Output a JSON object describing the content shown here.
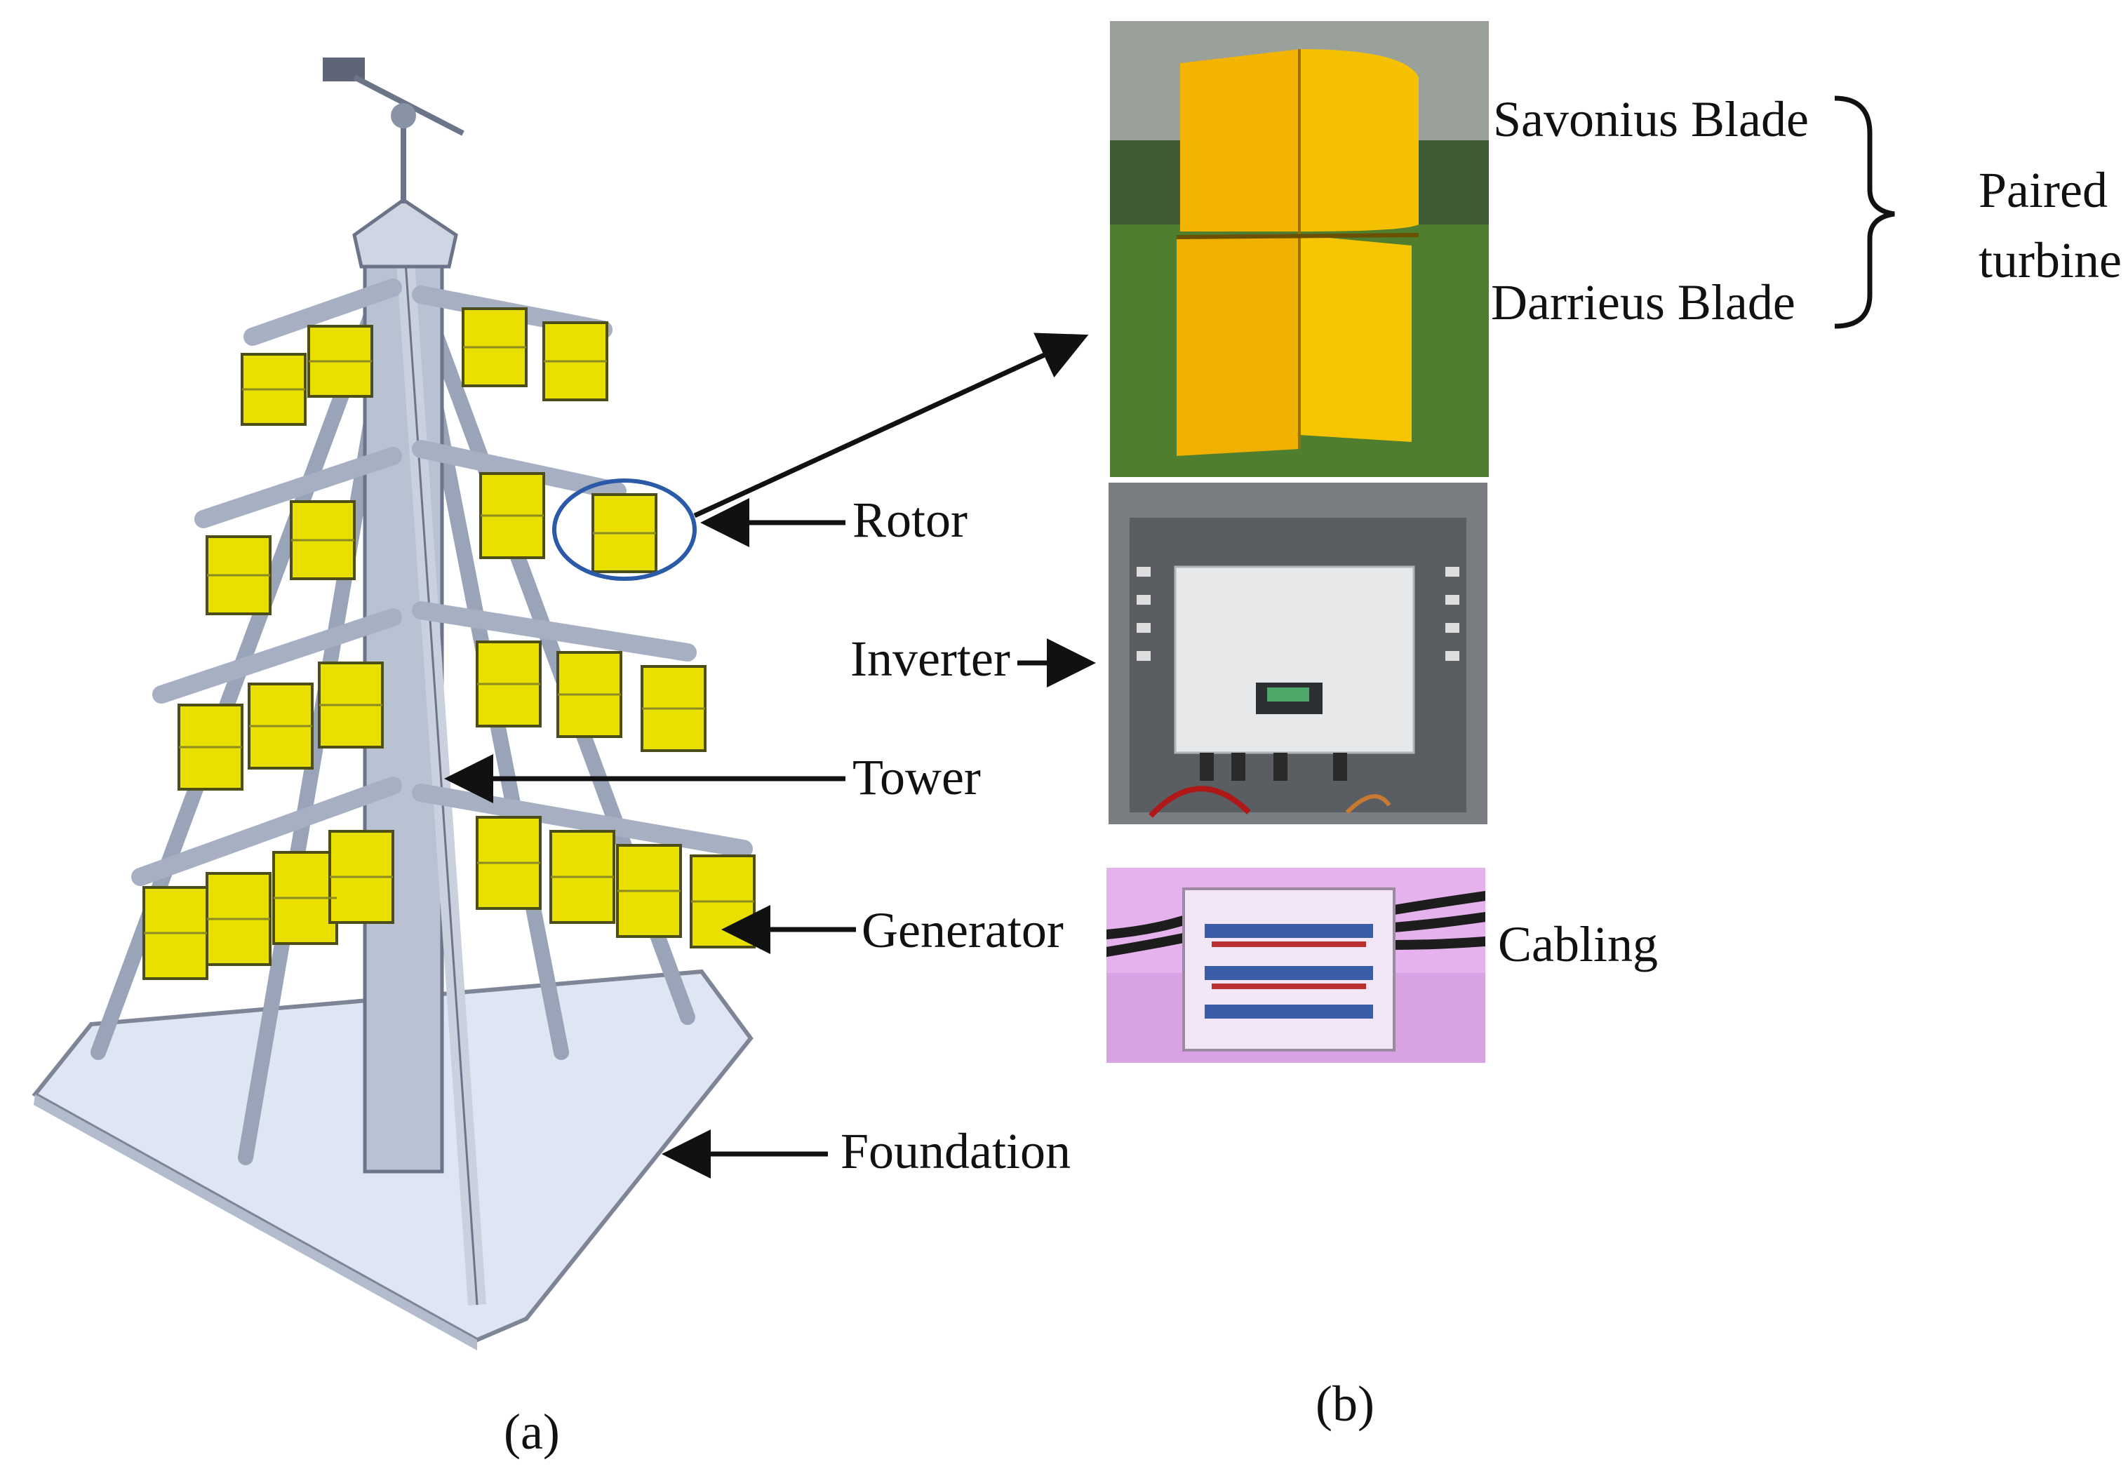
{
  "panel_a": {
    "caption": "(a)",
    "labels": {
      "rotor": "Rotor",
      "tower": "Tower",
      "generator": "Generator",
      "foundation": "Foundation"
    }
  },
  "panel_b": {
    "caption": "(b)",
    "labels": {
      "savonius": "Savonius Blade",
      "darrieus": "Darrieus Blade",
      "paired_line1": "Paired",
      "paired_line2": "turbine",
      "inverter": "Inverter",
      "cabling": "Cabling"
    }
  },
  "colors": {
    "blade_yellow": "#e9e000",
    "photo_blade_orange": "#f2b400",
    "tower_grey": "#b9c2d3",
    "base_blue": "#dfe6f3",
    "grass": "#4a7a2a",
    "cabinet": "#6f7275",
    "cabling_pink": "#e8b6f0",
    "rotor_circle": "#2a5aa8"
  }
}
